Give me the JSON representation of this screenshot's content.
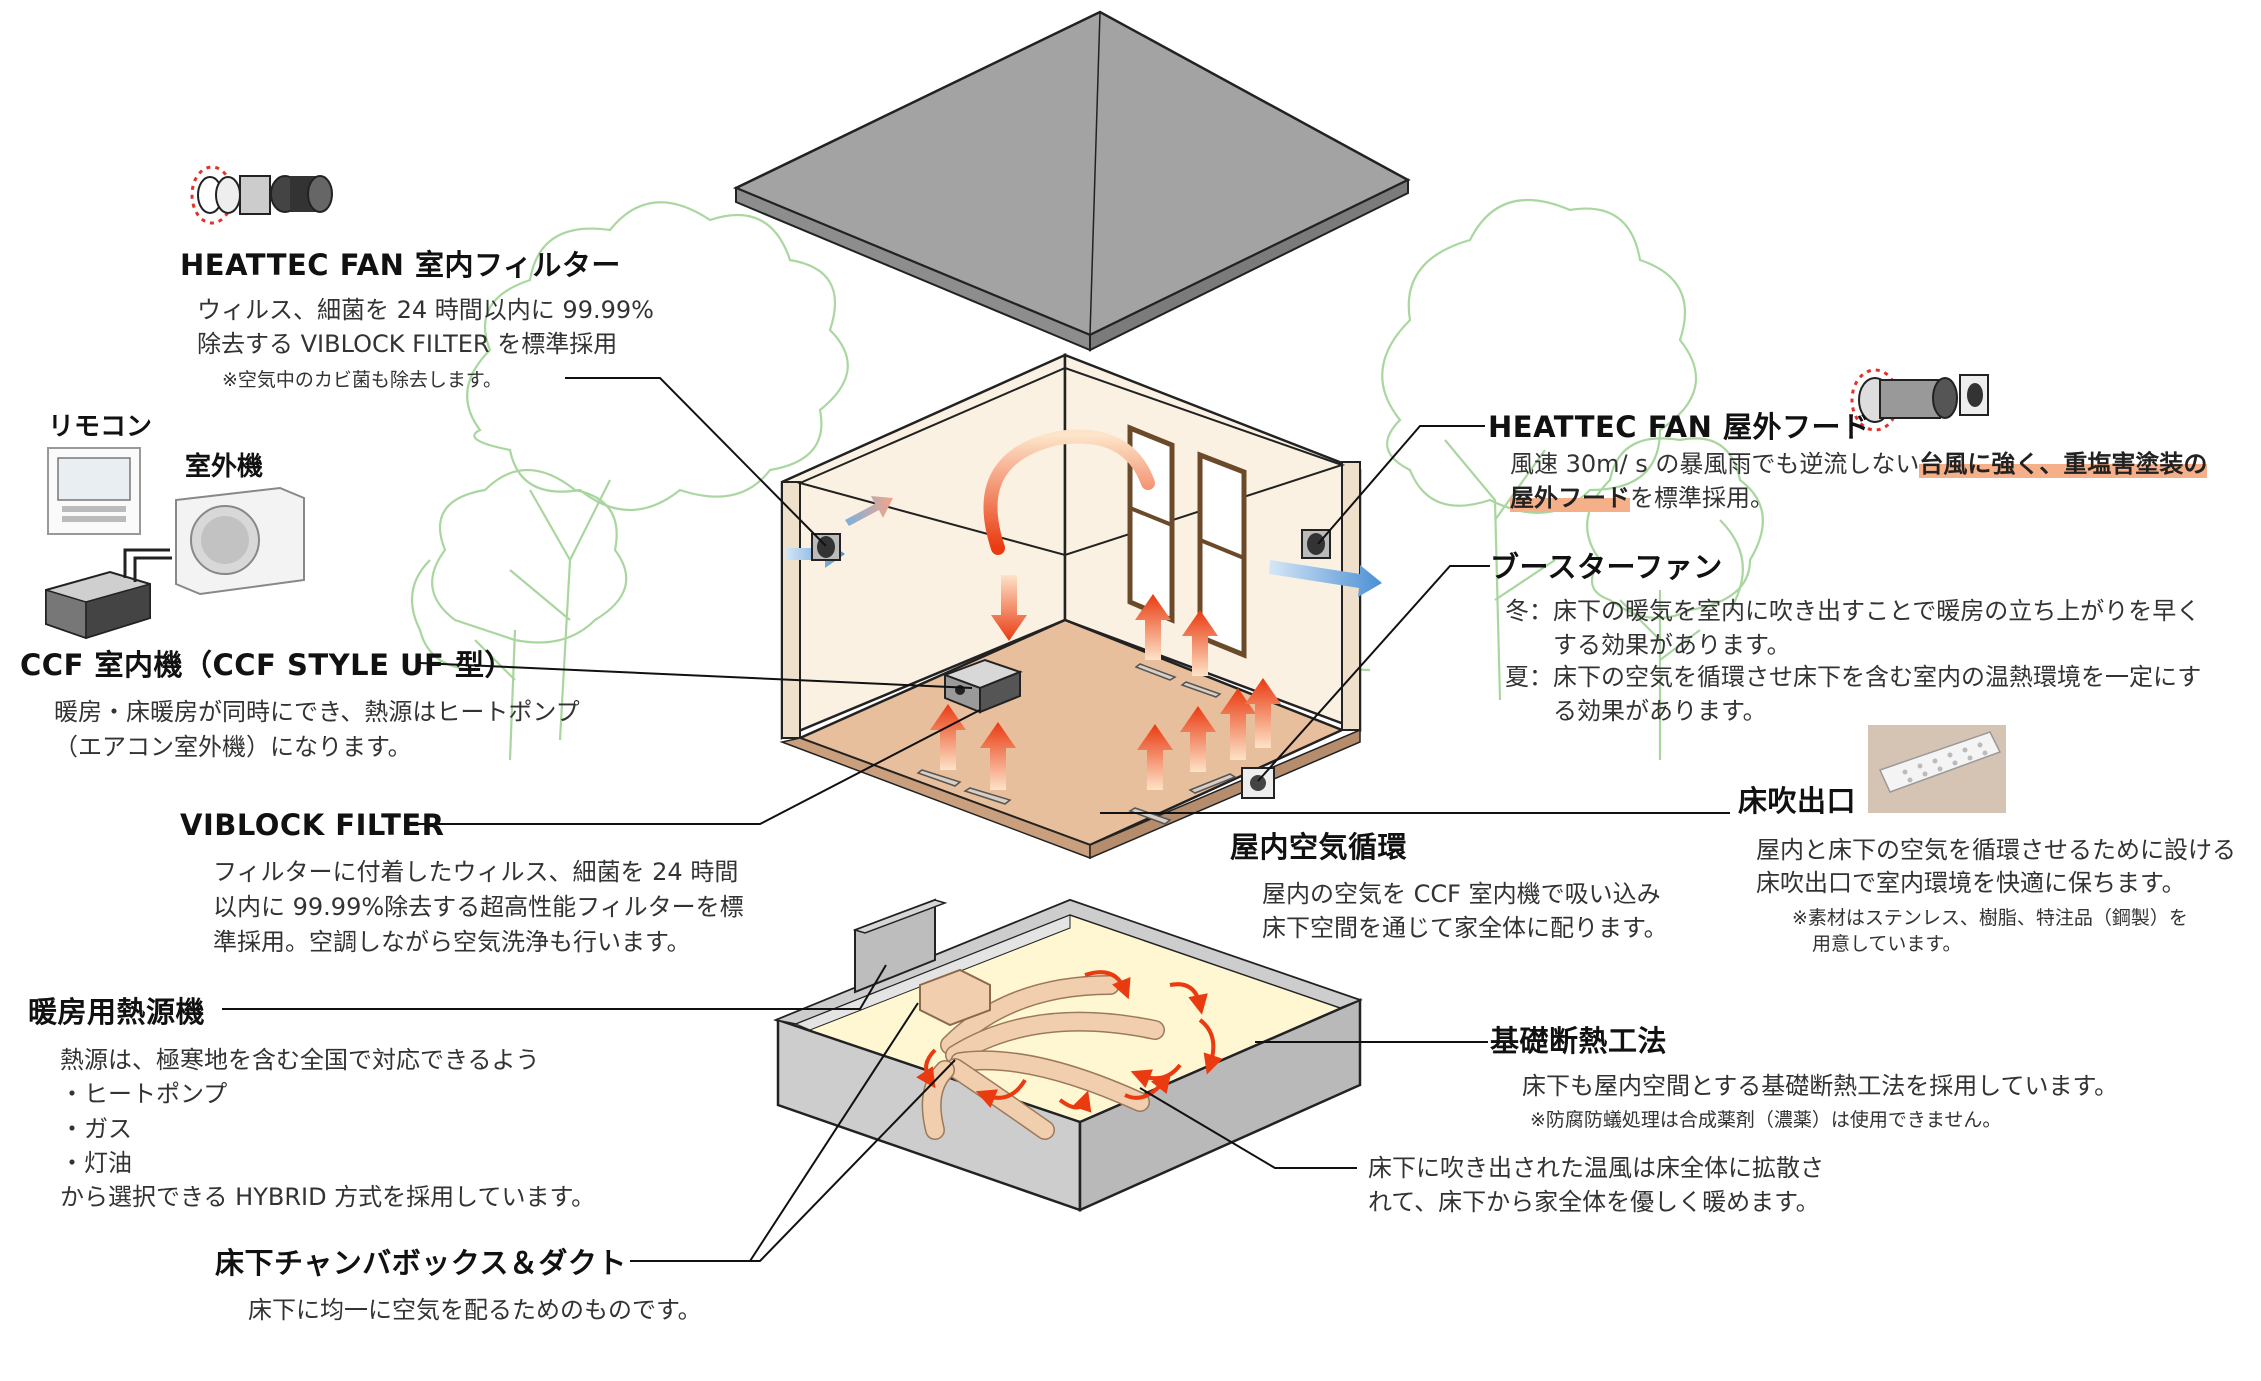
{
  "labels": {
    "indoor_filter": {
      "title": "HEATTEC FAN 室内フィルター",
      "lines": [
        "ウィルス、細菌を 24 時間以内に 99.99%",
        "除去する VIBLOCK FILTER を標準採用"
      ],
      "note": "※空気中のカビ菌も除去します。"
    },
    "remote": "リモコン",
    "outdoor_unit": "室外機",
    "ccf_unit": {
      "title": "CCF 室内機（CCF STYLE  UF 型）",
      "lines": [
        "暖房・床暖房が同時にでき、熱源はヒートポンプ",
        "（エアコン室外機）になります。"
      ]
    },
    "viblock": {
      "title": "VIBLOCK FILTER",
      "lines": [
        "フィルターに付着したウィルス、細菌を 24 時間",
        "以内に 99.99%除去する超高性能フィルターを標",
        "準採用。空調しながら空気洗浄も行います。"
      ]
    },
    "heat_source": {
      "title": "暖房用熱源機",
      "lines": [
        "熱源は、極寒地を含む全国で対応できるよう",
        "・ヒートポンプ",
        "・ガス",
        "・灯油",
        "から選択できる HYBRID 方式を採用しています。"
      ]
    },
    "chamber": {
      "title": "床下チャンバボックス＆ダクト",
      "line": "床下に均一に空気を配るためのものです。"
    },
    "outdoor_hood": {
      "title": "HEATTEC FAN 屋外フード",
      "line1_pre": "風速 30m/ s の暴風雨でも逆流しない",
      "line1_hl": "台風に強く、重塩害塗装の",
      "line2_hl": "屋外フード",
      "line2_post": "を標準採用。"
    },
    "booster": {
      "title": "ブースターファン",
      "lines": [
        "冬：床下の暖気を室内に吹き出すことで暖房の立ち上がりを早く",
        "　　する効果があります。",
        "夏：床下の空気を循環させ床下を含む室内の温熱環境を一定にす",
        "　　る効果があります。"
      ]
    },
    "floor_outlet": {
      "title": "床吹出口",
      "lines": [
        "屋内と床下の空気を循環させるために設ける",
        "床吹出口で室内環境を快適に保ちます。"
      ],
      "notes": [
        "※素材はステンレス、樹脂、特注品（鋼製）を",
        "用意しています。"
      ]
    },
    "indoor_circulation": {
      "title": "屋内空気循環",
      "lines": [
        "屋内の空気を CCF 室内機で吸い込み",
        "床下空間を通じて家全体に配ります。"
      ]
    },
    "foundation": {
      "title": "基礎断熱工法",
      "line": "床下も屋内空間とする基礎断熱工法を採用しています。",
      "note": "※防腐防蟻処理は合成薬剤（濃薬）は使用できません。"
    },
    "underfloor_warm": {
      "lines": [
        "床下に吹き出された温風は床全体に拡散さ",
        "れて、床下から家全体を優しく暖めます。"
      ]
    }
  },
  "colors": {
    "roof": "#a3a3a3",
    "wall": "#fbf1e3",
    "floor": "#e8bf9c",
    "foundation": "#cdcdcd",
    "underfloor": "#fff6d2",
    "duct": "#f1ceae",
    "arrow_warm": "#f06a1e",
    "arrow_cool": "#6aa5dc",
    "tree": "#9bd08f",
    "highlight": "#f6b089"
  }
}
